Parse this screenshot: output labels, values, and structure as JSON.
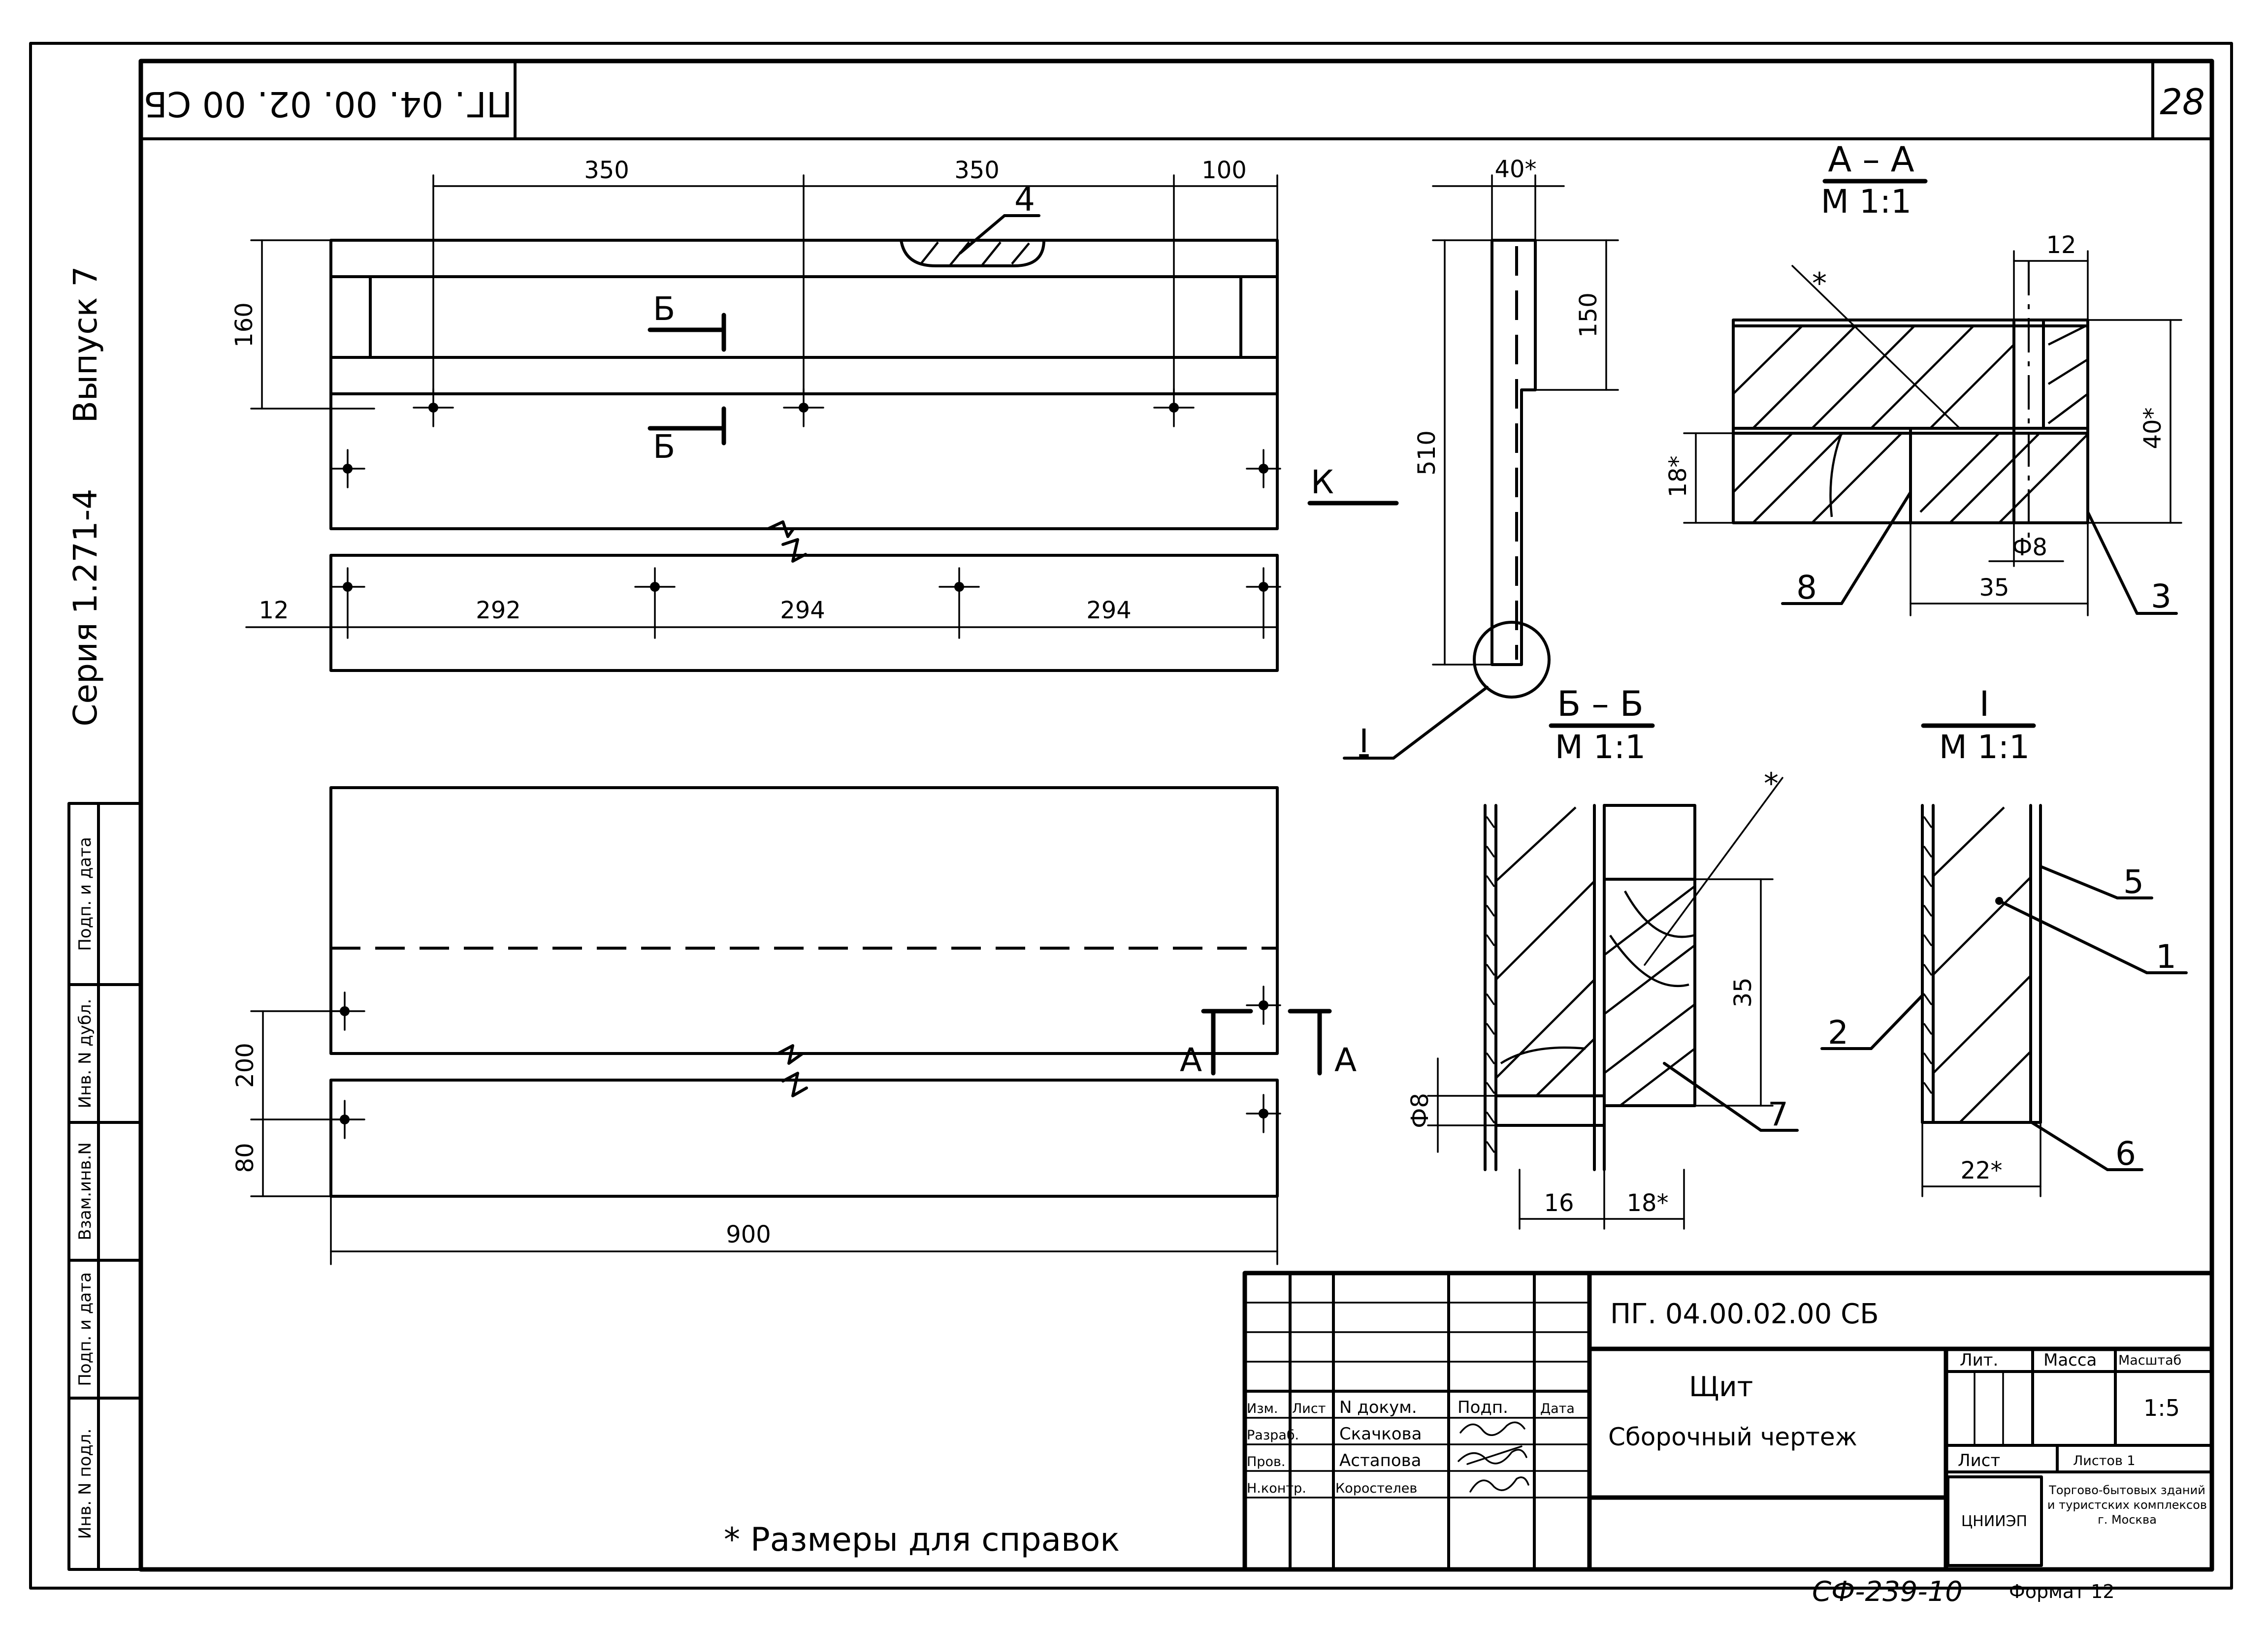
{
  "sheet": {
    "page_number": "28",
    "corner_code": "ПГ. 04. 00. 02. 00 СБ",
    "side": {
      "vypusk": "Выпуск 7",
      "seria_no": "1.271-4",
      "seria": "Серия"
    },
    "left_strip": [
      "Инв. N подл.",
      "Подп. и дата",
      "Взам.инв.N",
      "Инв. N дубл.",
      "Подп. и дата"
    ]
  },
  "top_view": {
    "dims_top": [
      "350",
      "350",
      "100"
    ],
    "dim_left": "160",
    "dims_bottom": [
      "12",
      "292",
      "294",
      "294"
    ],
    "callout": "4",
    "section_marker": "Б",
    "view_marker": "К"
  },
  "side_view": {
    "dim_top": "40*",
    "dim_height": "510",
    "dim_upper": "150",
    "detail_label": "I"
  },
  "bottom_view": {
    "dim_200": "200",
    "dim_80": "80",
    "dim_900": "900",
    "section_marker": "А"
  },
  "section_aa": {
    "title": "А – А",
    "scale": "М 1:1",
    "dims": {
      "top": "12",
      "right": "40*",
      "left": "18*",
      "bottom": "35",
      "hole": "Ф8"
    },
    "callouts": [
      "8",
      "3"
    ]
  },
  "section_bb": {
    "title": "Б – Б",
    "scale": "М 1:1",
    "dims": {
      "height": "35",
      "hole": "Ф8",
      "w1": "16",
      "w2": "18*"
    },
    "callouts": [
      "7"
    ]
  },
  "detail_i": {
    "title": "I",
    "scale": "М 1:1",
    "dims": {
      "width": "22*"
    },
    "callouts": [
      "5",
      "1",
      "2",
      "6"
    ]
  },
  "note": "* Размеры для справок",
  "title_block": {
    "doc_code": "ПГ. 04.00.02.00   СБ",
    "name": "Щит",
    "subtitle": "Сборочный  чертеж",
    "col_headers": [
      "Изм.",
      "Лист",
      "N докум.",
      "Подп.",
      "Дата"
    ],
    "rows": [
      {
        "role": "Разраб.",
        "person": "Скачкова"
      },
      {
        "role": "Пров.",
        "person": "Астапова"
      },
      {
        "role": "Н.контр.",
        "person": "Коростелев"
      }
    ],
    "lit": "Лит.",
    "massa": "Масса",
    "masshtab": "Масштаб",
    "scale_value": "1:5",
    "list": "Лист",
    "listov": "Листов 1",
    "org_logo": "ЦНИИЭП",
    "org_name": "Торгово-бытовых зданий и туристских комплексов г. Москва",
    "footer_code": "СФ-239-10",
    "format": "Формат 12"
  }
}
